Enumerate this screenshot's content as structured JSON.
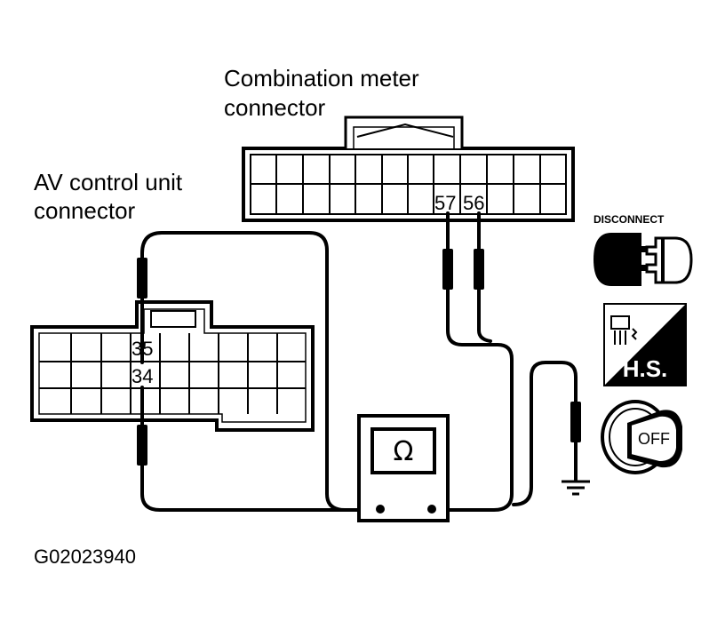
{
  "labels": {
    "combination_meter_line1": "Combination meter",
    "combination_meter_line2": "connector",
    "av_control_line1": "AV control unit",
    "av_control_line2": "connector",
    "pin_57": "57",
    "pin_56": "56",
    "pin_35": "35",
    "pin_34": "34",
    "meter_symbol": "Ω",
    "disconnect": "DISCONNECT",
    "hs": "H.S.",
    "off": "OFF",
    "figure_id": "G02023940"
  },
  "icons": [
    "disconnect-icon",
    "harness-side-icon",
    "ignition-off-icon",
    "ground-symbol",
    "ohmmeter-icon"
  ]
}
